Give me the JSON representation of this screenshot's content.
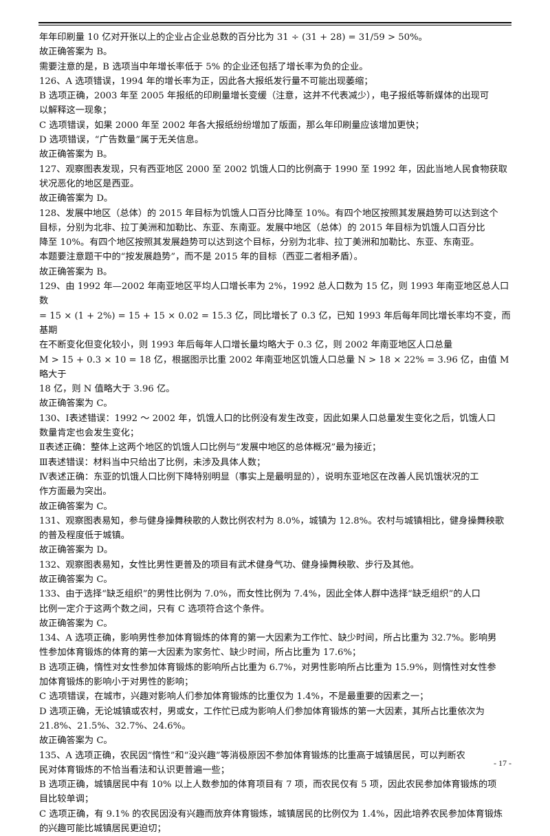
{
  "page_number": "- 17 -",
  "lines": [
    "年年印刷量 10 亿对开张以上的企业占企业总数的百分比为 31 ÷ (31 + 28) = 31/59 > 50%。",
    "故正确答案为 B。",
    "需要注意的是，B 选项当中年增长率低于 5% 的企业还包括了增长率为负的企业。",
    "126、A 选项错误，1994 年的增长率为正，因此各大报纸发行量不可能出现萎缩；",
    "B 选项正确，2003 年至 2005 年报纸的印刷量增长变缓（注意，这并不代表减少），电子报纸等新媒体的出现可",
    "以解释这一现象；",
    "C 选项错误，如果 2000 年至 2002 年各大报纸纷纷增加了版面，那么年印刷量应该增加更快；",
    "D 选项错误，“广告数量”属于无关信息。",
    "故正确答案为 B。",
    "127、观察图表发现，只有西亚地区 2000 至 2002 饥饿人口的比例高于 1990 至 1992 年，因此当地人民食物获取",
    "状况恶化的地区是西亚。",
    "故正确答案为 D。",
    "128、发展中地区（总体）的 2015 年目标为饥饿人口百分比降至 10%。有四个地区按照其发展趋势可以达到这个",
    "目标，分别为北非、拉丁美洲和加勒比、东亚、东南亚。发展中地区（总体）的 2015 年目标为饥饿人口百分比",
    "降至 10%。有四个地区按照其发展趋势可以达到这个目标，分别为北非、拉丁美洲和加勒比、东亚、东南亚。",
    "本题要注意题干中的“按发展趋势”，而不是 2015 年的目标（西亚二者相矛盾）。",
    "故正确答案为 B。",
    "129、由 1992 年—2002 年南亚地区平均人口增长率为 2%，1992 总人口数为 15 亿，则 1993 年南亚地区总人口数",
    "= 15 × (1 + 2%) = 15 + 15 × 0.02 = 15.3 亿，同比增长了 0.3 亿，已知 1993 年后每年同比增长率均不变，而基期",
    "在不断变化但变化较小，则 1993 年后每年人口增长量均略大于 0.3 亿，则 2002 年南亚地区人口总量",
    "M > 15 + 0.3 × 10 = 18 亿，根据图示比重 2002 年南亚地区饥饿人口总量 N > 18 × 22% = 3.96 亿，由值 M 略大于",
    "18 亿，则 N 值略大于 3.96 亿。",
    "故正确答案为 C。",
    "130、Ⅰ表述错误：1992 ～ 2002 年，饥饿人口的比例没有发生改变，因此如果人口总量发生变化之后，饥饿人口",
    "数量肯定也会发生变化；",
    "Ⅱ表述正确：整体上这两个地区的饥饿人口比例与“发展中地区的总体概况”最为接近；",
    "Ⅲ表述错误：材料当中只给出了比例，未涉及具体人数；",
    "Ⅳ表述正确：东亚的饥饿人口比例下降特别明显（事实上是最明显的），说明东亚地区在改善人民饥饿状况的工",
    "作方面最为突出。",
    "故正确答案为 C。",
    "131、观察图表易知，参与健身操舞秧歌的人数比例农村为 8.0%，城镇为 12.8%。农村与城镇相比，健身操舞秧歌",
    "的普及程度低于城镇。",
    "故正确答案为 D。",
    "132、观察图表易知，女性比男性更普及的项目有武术健身气功、健身操舞秧歌、步行及其他。",
    "故正确答案为 C。",
    "133、由于选择“缺乏组织”的男性比例为 7.0%，而女性比例为 7.4%，因此全体人群中选择“缺乏组织”的人口",
    "比例一定介于这两个数之间，只有 C 选项符合这个条件。",
    "故正确答案为 C。",
    "134、A 选项正确，影响男性参加体育锻炼的体育的第一大因素为工作忙、缺少时间，所占比重为 32.7%。影响男",
    "性参加体育锻炼的体育的第一大因素为家务忙、缺少时间，所占比重为 17.6%；",
    "B 选项正确，惰性对女性参加体育锻炼的影响所占比重为 6.7%，对男性影响所占比重为 15.9%，则惰性对女性参",
    "加体育锻炼的影响小于对男性的影响；",
    "C 选项错误，在城市，兴趣对影响人们参加体育锻炼的比重仅为 1.4%，不是最重要的因素之一；",
    "D 选项正确，无论城镇或农村，男或女，工作忙已成为影响人们参加体育锻炼的第一大因素，其所占比重依次为",
    "21.8%、21.5%、32.7%、24.6%。",
    "故正确答案为 C。",
    "135、A 选项正确，农民因“惰性”和“没兴趣”等消极原因不参加体育锻炼的比重高于城镇居民，可以判断农",
    "民对体育锻炼的不恰当看法和认识更普遍一些；",
    "B 选项正确，城镇居民中有 10% 以上人数参加的体育项目有 7 项，而农民仅有 5 项，因此农民参加体育锻炼的项",
    "目比较单调；",
    "C 选项正确，有 9.1% 的农民因没有兴趣而放弃体育锻炼，城镇居民的比例仅为 1.4%，因此培养农民参加体育锻炼",
    "的兴趣可能比城镇居民更迫切；"
  ]
}
